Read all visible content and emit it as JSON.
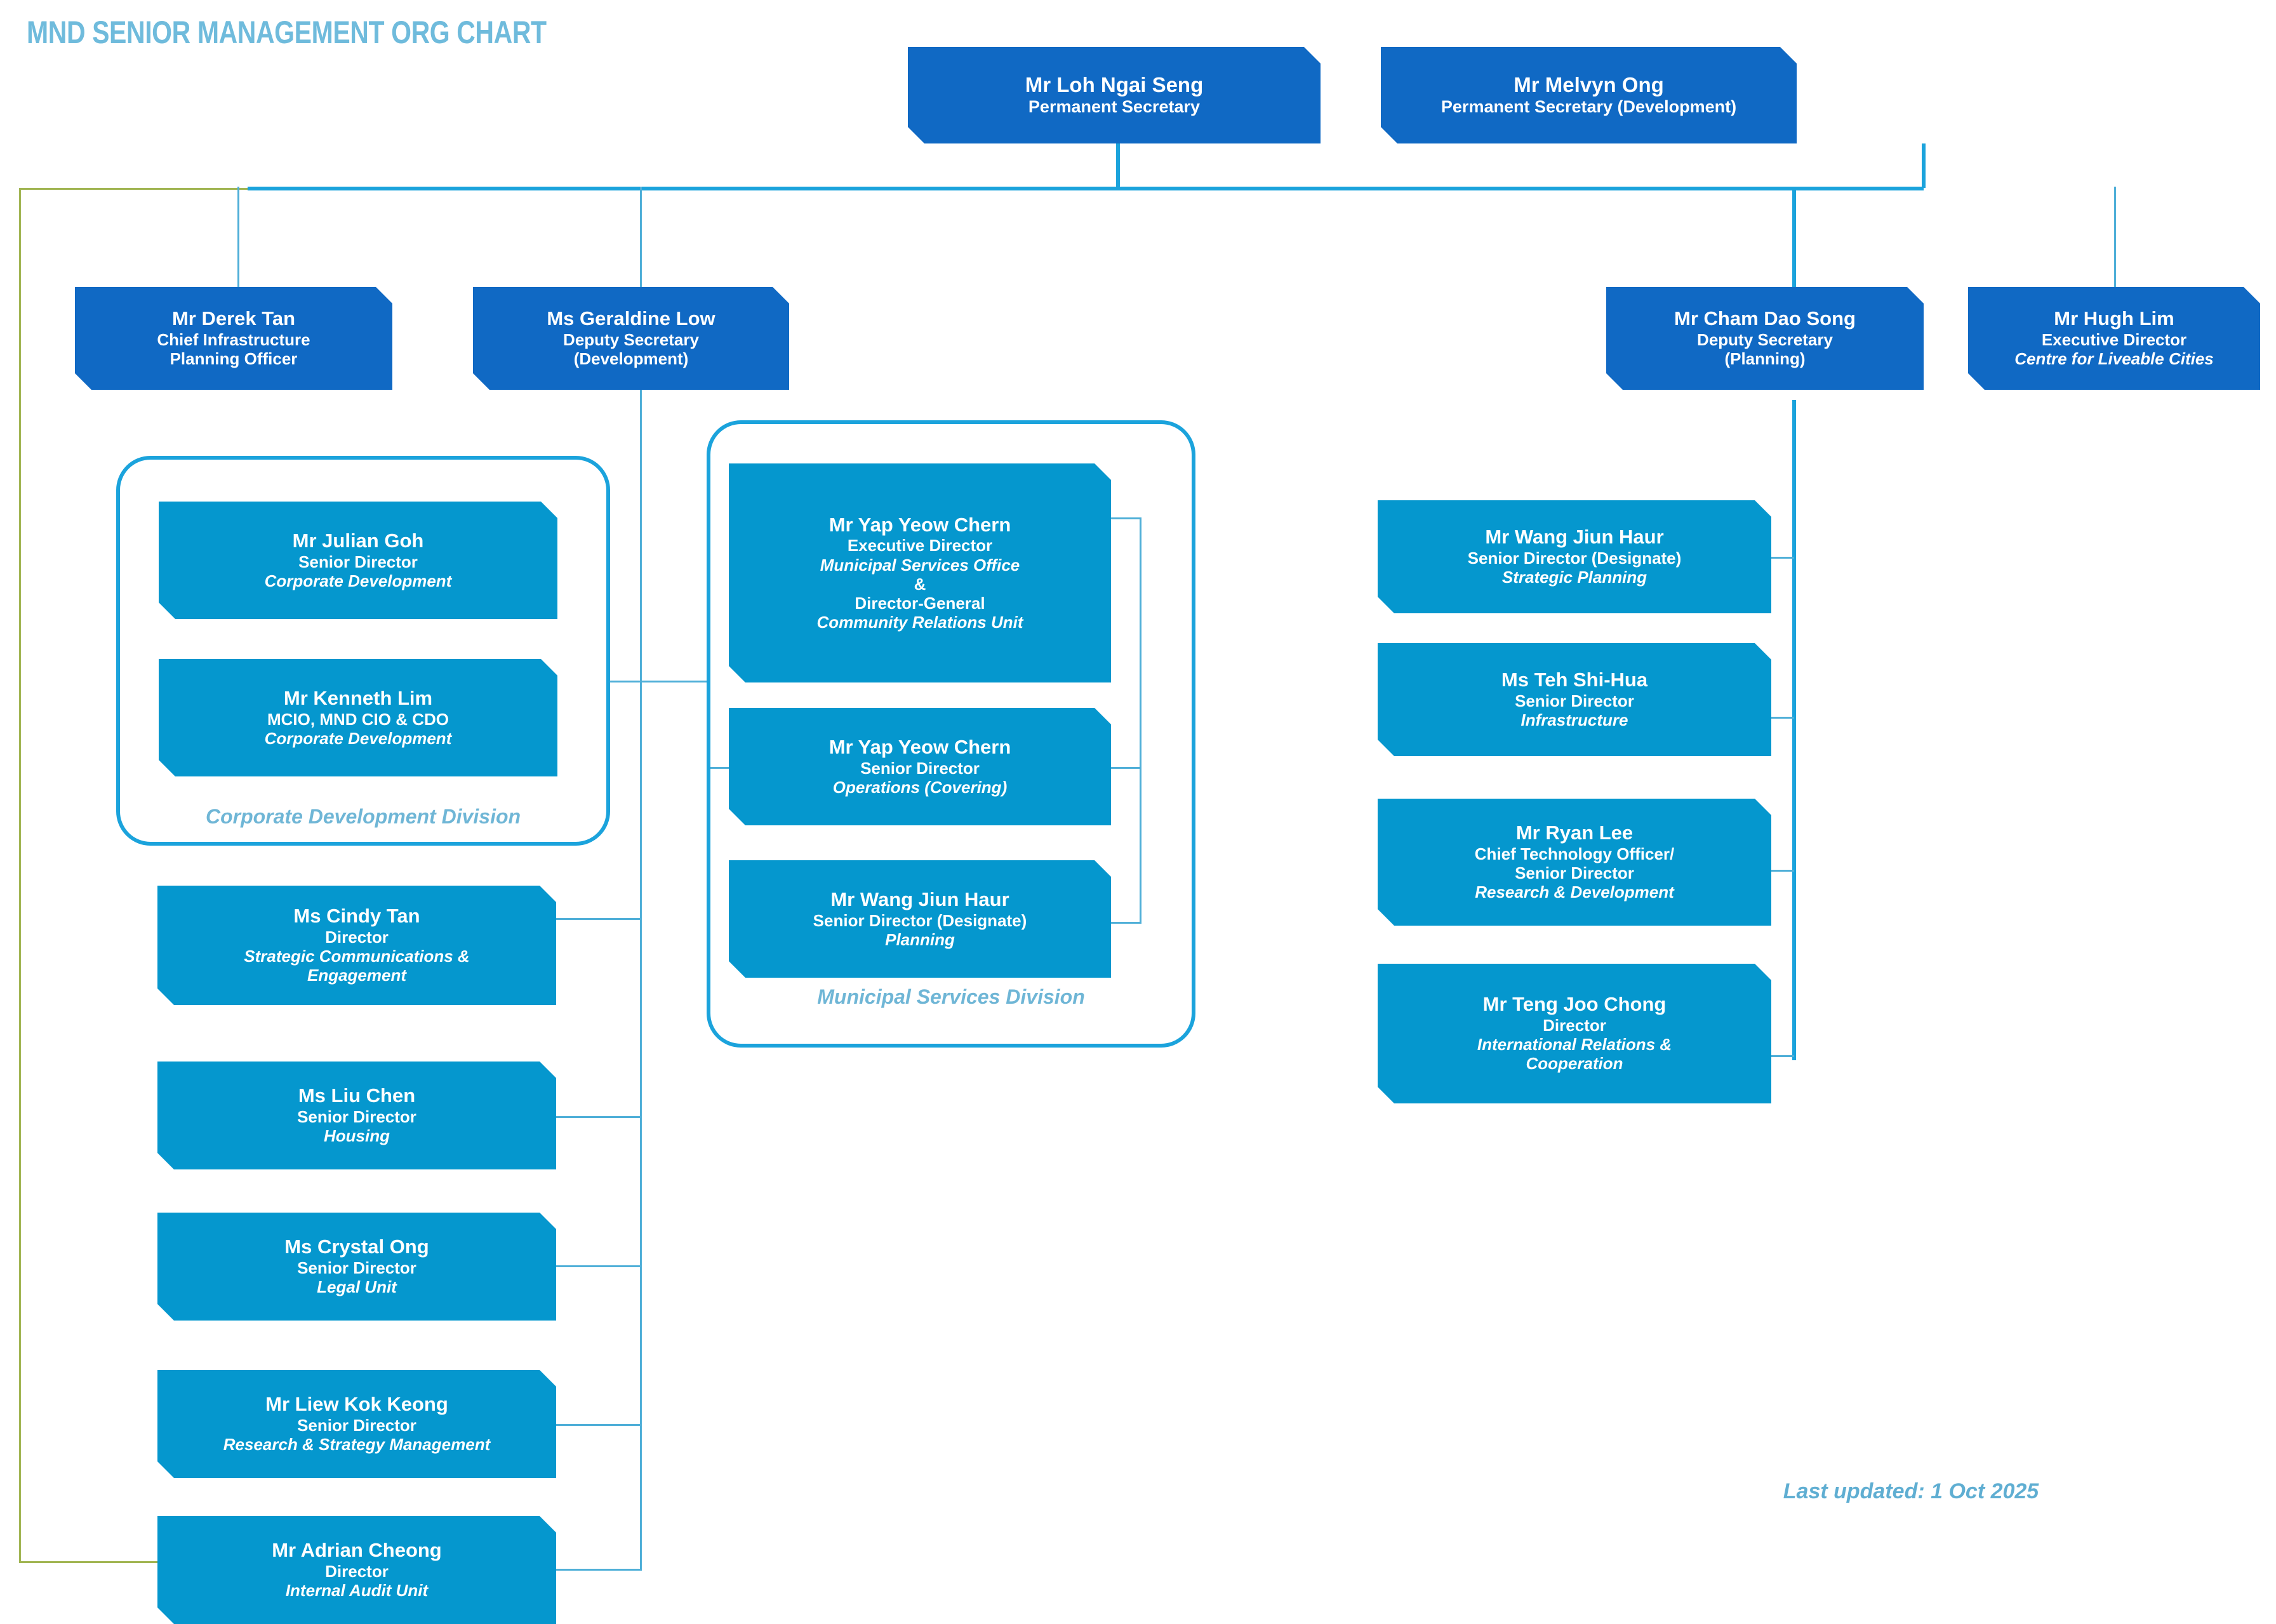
{
  "title": "MND SENIOR MANAGEMENT ORG CHART",
  "footer": {
    "last_updated": "Last updated: 1 Oct 2025"
  },
  "colors": {
    "title": "#6FBBDC",
    "box_dark": "#1069C4",
    "box_light": "#0597CE",
    "connector": "#4FAFD8",
    "group_outline": "#1BA3DC",
    "group_label": "#6FB6D6",
    "audit_connector": "#A1B552"
  },
  "top_level": [
    {
      "name": "Mr Loh Ngai Seng",
      "role": "Permanent Secretary",
      "unit": ""
    },
    {
      "name": "Mr Melvyn Ong",
      "role": "Permanent Secretary (Development)",
      "unit": ""
    }
  ],
  "second_level": [
    {
      "name": "Mr Derek Tan",
      "role_line1": "Chief Infrastructure",
      "role_line2": "Planning Officer",
      "unit": ""
    },
    {
      "name": "Ms Geraldine Low",
      "role_line1": "Deputy Secretary",
      "role_line2": "(Development)",
      "unit": ""
    },
    {
      "name": "Mr Cham Dao Song",
      "role_line1": "Deputy Secretary",
      "role_line2": "(Planning)",
      "unit": ""
    },
    {
      "name": "Mr Hugh Lim",
      "role_line1": "Executive Director",
      "role_line2": "",
      "unit": "Centre for Liveable Cities"
    }
  ],
  "groups": [
    {
      "id": "corp-dev",
      "label": "Corporate Development Division"
    },
    {
      "id": "municipal",
      "label": "Municipal Services Division"
    }
  ],
  "corporate_development_division": [
    {
      "name": "Mr Julian Goh",
      "role": "Senior Director",
      "unit": "Corporate Development"
    },
    {
      "name": "Mr Kenneth Lim",
      "role": "MCIO, MND CIO & CDO",
      "unit": "Corporate Development"
    }
  ],
  "municipal_services_division": [
    {
      "name": "Mr Yap Yeow Chern",
      "role": "Executive Director",
      "unit": "Municipal Services Office",
      "amp": "&",
      "role2": "Director-General",
      "unit2": "Community Relations Unit"
    },
    {
      "name": "Mr Yap Yeow Chern",
      "role": "Senior Director",
      "unit": "Operations (Covering)"
    },
    {
      "name": "Mr Wang Jiun Haur",
      "role": "Senior Director (Designate)",
      "unit": "Planning"
    }
  ],
  "development_directors": [
    {
      "name": "Ms Cindy Tan",
      "role": "Director",
      "unit_line1": "Strategic Communications &",
      "unit_line2": "Engagement"
    },
    {
      "name": "Ms Liu Chen",
      "role": "Senior Director",
      "unit_line1": "Housing",
      "unit_line2": ""
    },
    {
      "name": "Ms Crystal Ong",
      "role": "Senior Director",
      "unit_line1": "Legal Unit",
      "unit_line2": ""
    },
    {
      "name": "Mr Liew Kok Keong",
      "role": "Senior Director",
      "unit_line1": "Research & Strategy Management",
      "unit_line2": ""
    },
    {
      "name": "Mr Adrian Cheong",
      "role": "Director",
      "unit_line1": "Internal Audit Unit",
      "unit_line2": ""
    }
  ],
  "planning_directors": [
    {
      "name": "Mr Wang Jiun Haur",
      "role_line1": "Senior Director (Designate)",
      "role_line2": "",
      "unit": "Strategic Planning"
    },
    {
      "name": "Ms Teh Shi-Hua",
      "role_line1": "Senior Director",
      "role_line2": "",
      "unit": "Infrastructure"
    },
    {
      "name": "Mr Ryan Lee",
      "role_line1": "Chief Technology Officer/",
      "role_line2": "Senior Director",
      "unit": "Research & Development"
    },
    {
      "name": "Mr Teng Joo Chong",
      "role_line1": "Director",
      "role_line2": "",
      "unit_line1": "International Relations &",
      "unit_line2": "Cooperation"
    }
  ]
}
